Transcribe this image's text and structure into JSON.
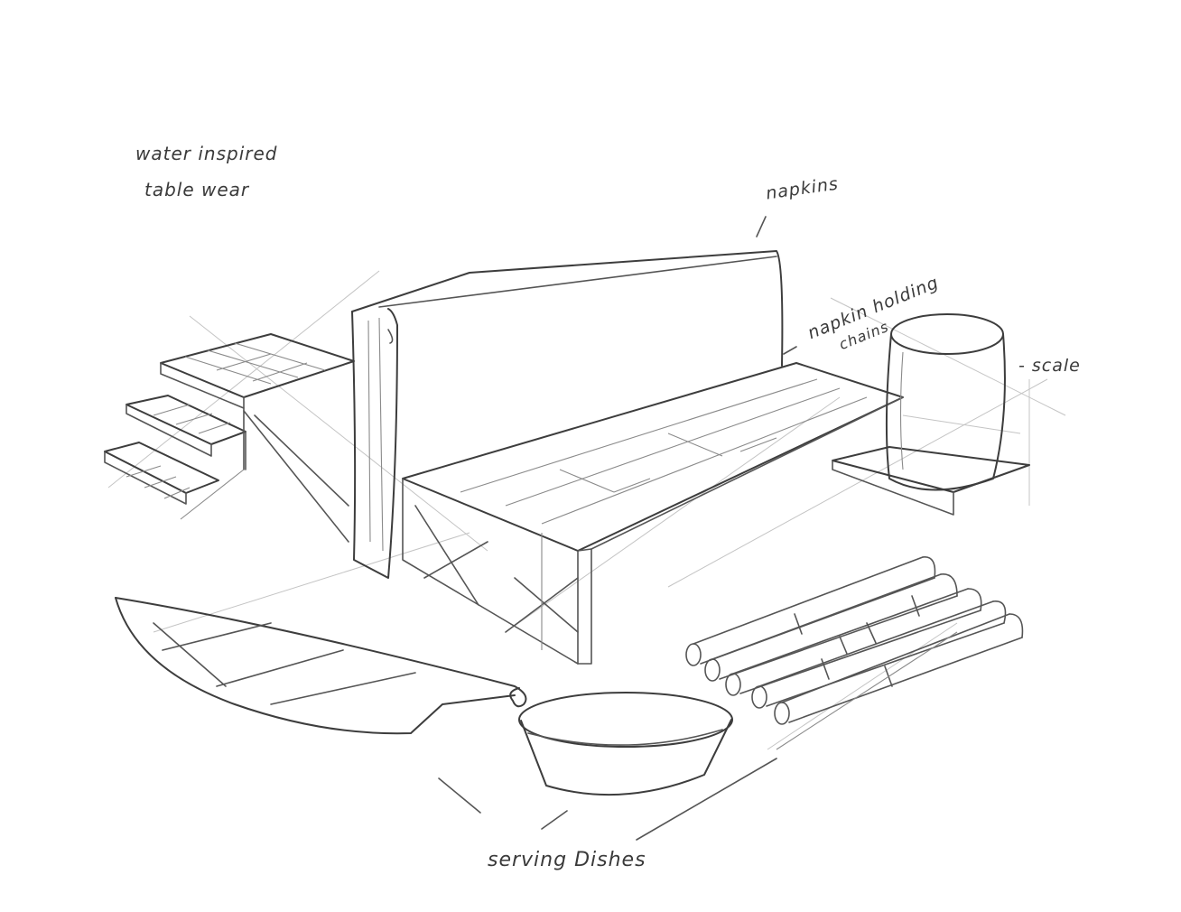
{
  "sketch": {
    "title_line_1": "water inspired",
    "title_line_2": "table wear",
    "annotations": {
      "napkins": "napkins",
      "napkin_holding_line_1": "napkin holding",
      "napkin_holding_line_2": "chains",
      "scale": "- scale",
      "serving_dishes": "serving Dishes"
    },
    "colors": {
      "paper": "#ffffff",
      "pencil": "#3d3d3d"
    }
  }
}
